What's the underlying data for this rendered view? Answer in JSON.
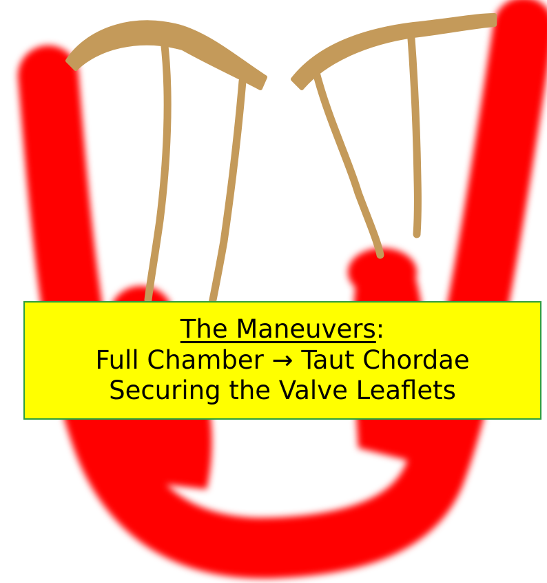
{
  "colors": {
    "ventricle_wall": "#ff0000",
    "chordae": "#c49a5a",
    "caption_background": "#ffff00",
    "caption_border": "#2e9e3e",
    "caption_text": "#000000",
    "background": "#ffffff"
  },
  "caption": {
    "title": "The Maneuvers",
    "title_suffix": ":",
    "line2": "Full Chamber → Taut Chordae",
    "line3": "Securing the Valve Leaflets"
  }
}
